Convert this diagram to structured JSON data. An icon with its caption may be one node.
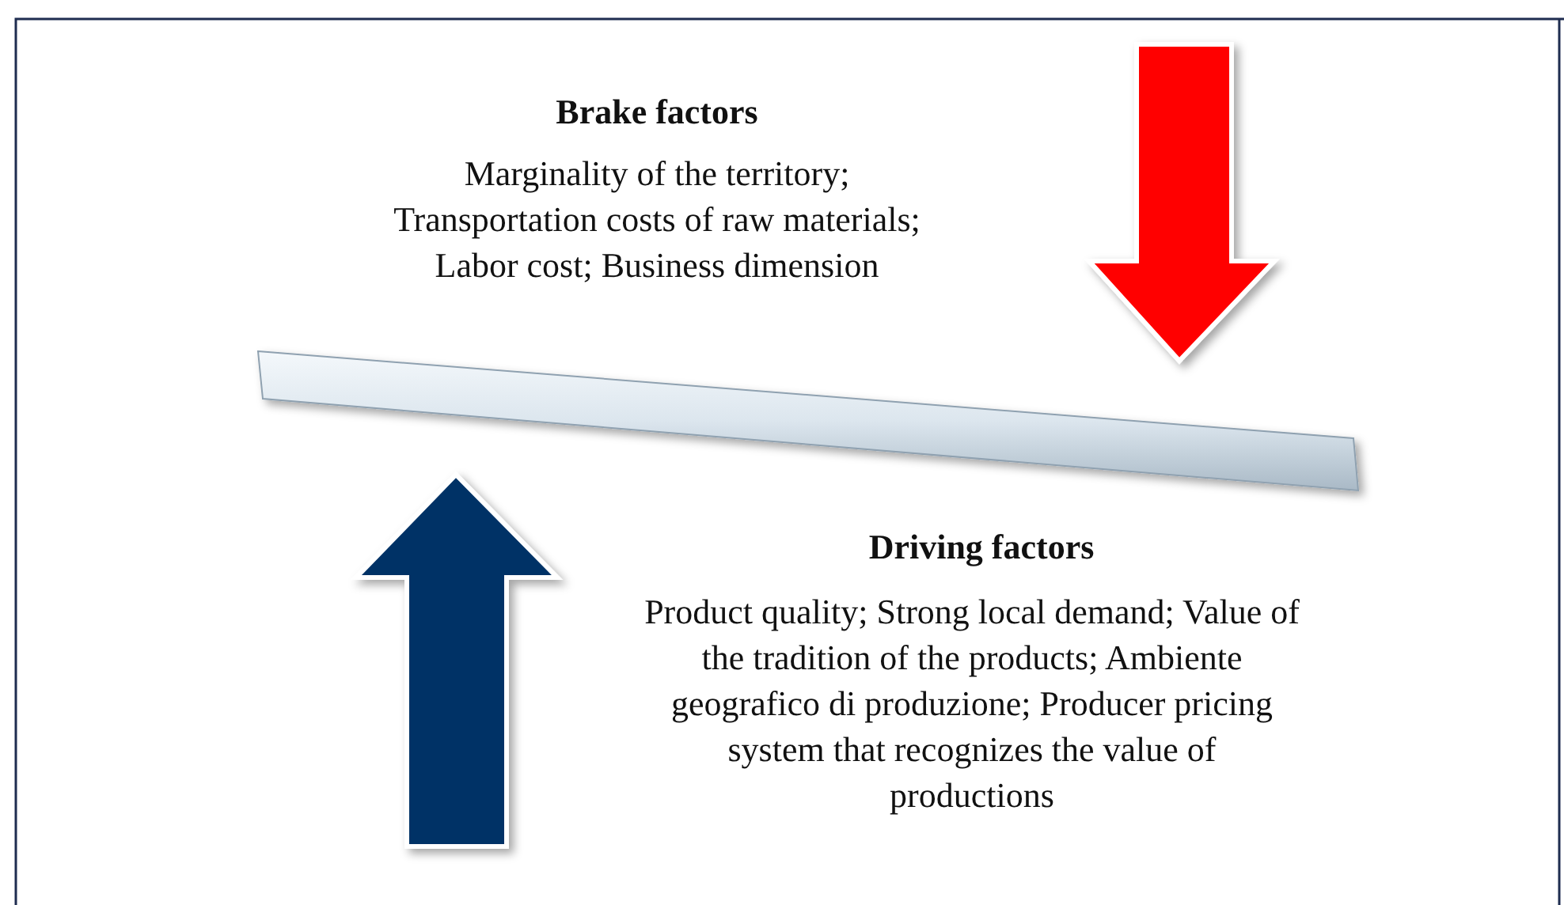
{
  "diagram": {
    "labels": [
      "Brake factors",
      "Marginality of the territory; Transportation costs of raw materials; Labor cost; Business dimension",
      "Driving factors",
      "Product quality; Strong local demand; Value of the tradition of the products; Ambiente geografico di produzione; Producer pricing system that recognizes the value of productions"
    ]
  }
}
